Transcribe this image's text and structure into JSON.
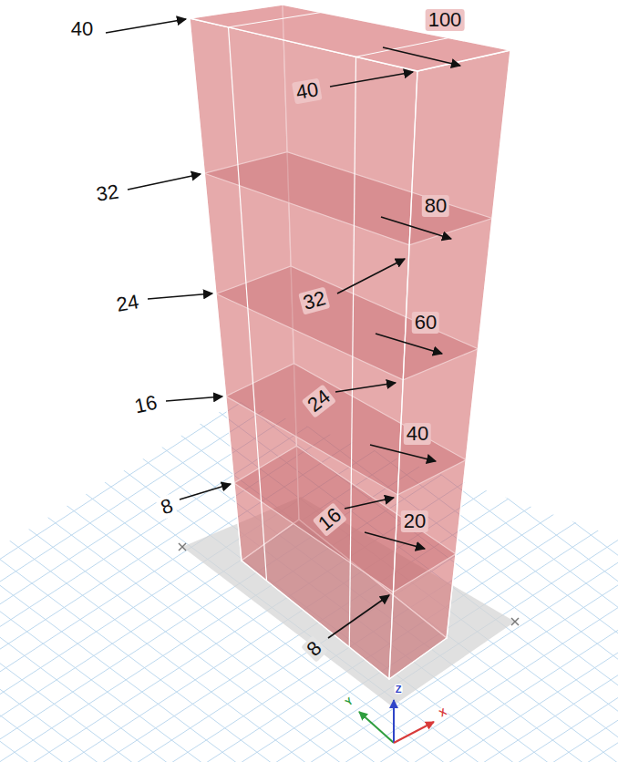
{
  "diagram": {
    "labels": [
      "40",
      "100",
      "40",
      "32",
      "80",
      "32",
      "24",
      "60",
      "24",
      "16",
      "40",
      "16",
      "8",
      "20",
      "8",
      "Y",
      "Z",
      "X"
    ]
  }
}
